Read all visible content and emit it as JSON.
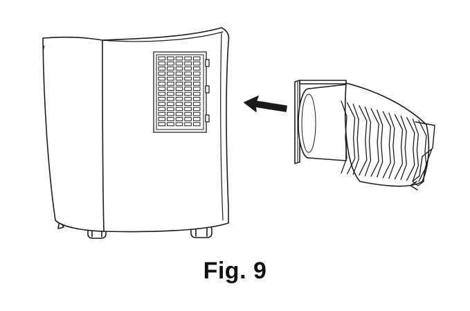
{
  "figure": {
    "caption": "Fig. 9",
    "parts": {
      "unit": "portable-air-conditioner",
      "grille": "rear-air-intake-grille",
      "adapter": "exhaust-hose-adapter",
      "hose": "exhaust-hose",
      "arrow": "insertion-direction-arrow"
    },
    "colors": {
      "line": "#1a1a1a",
      "fill": "#ffffff"
    }
  }
}
